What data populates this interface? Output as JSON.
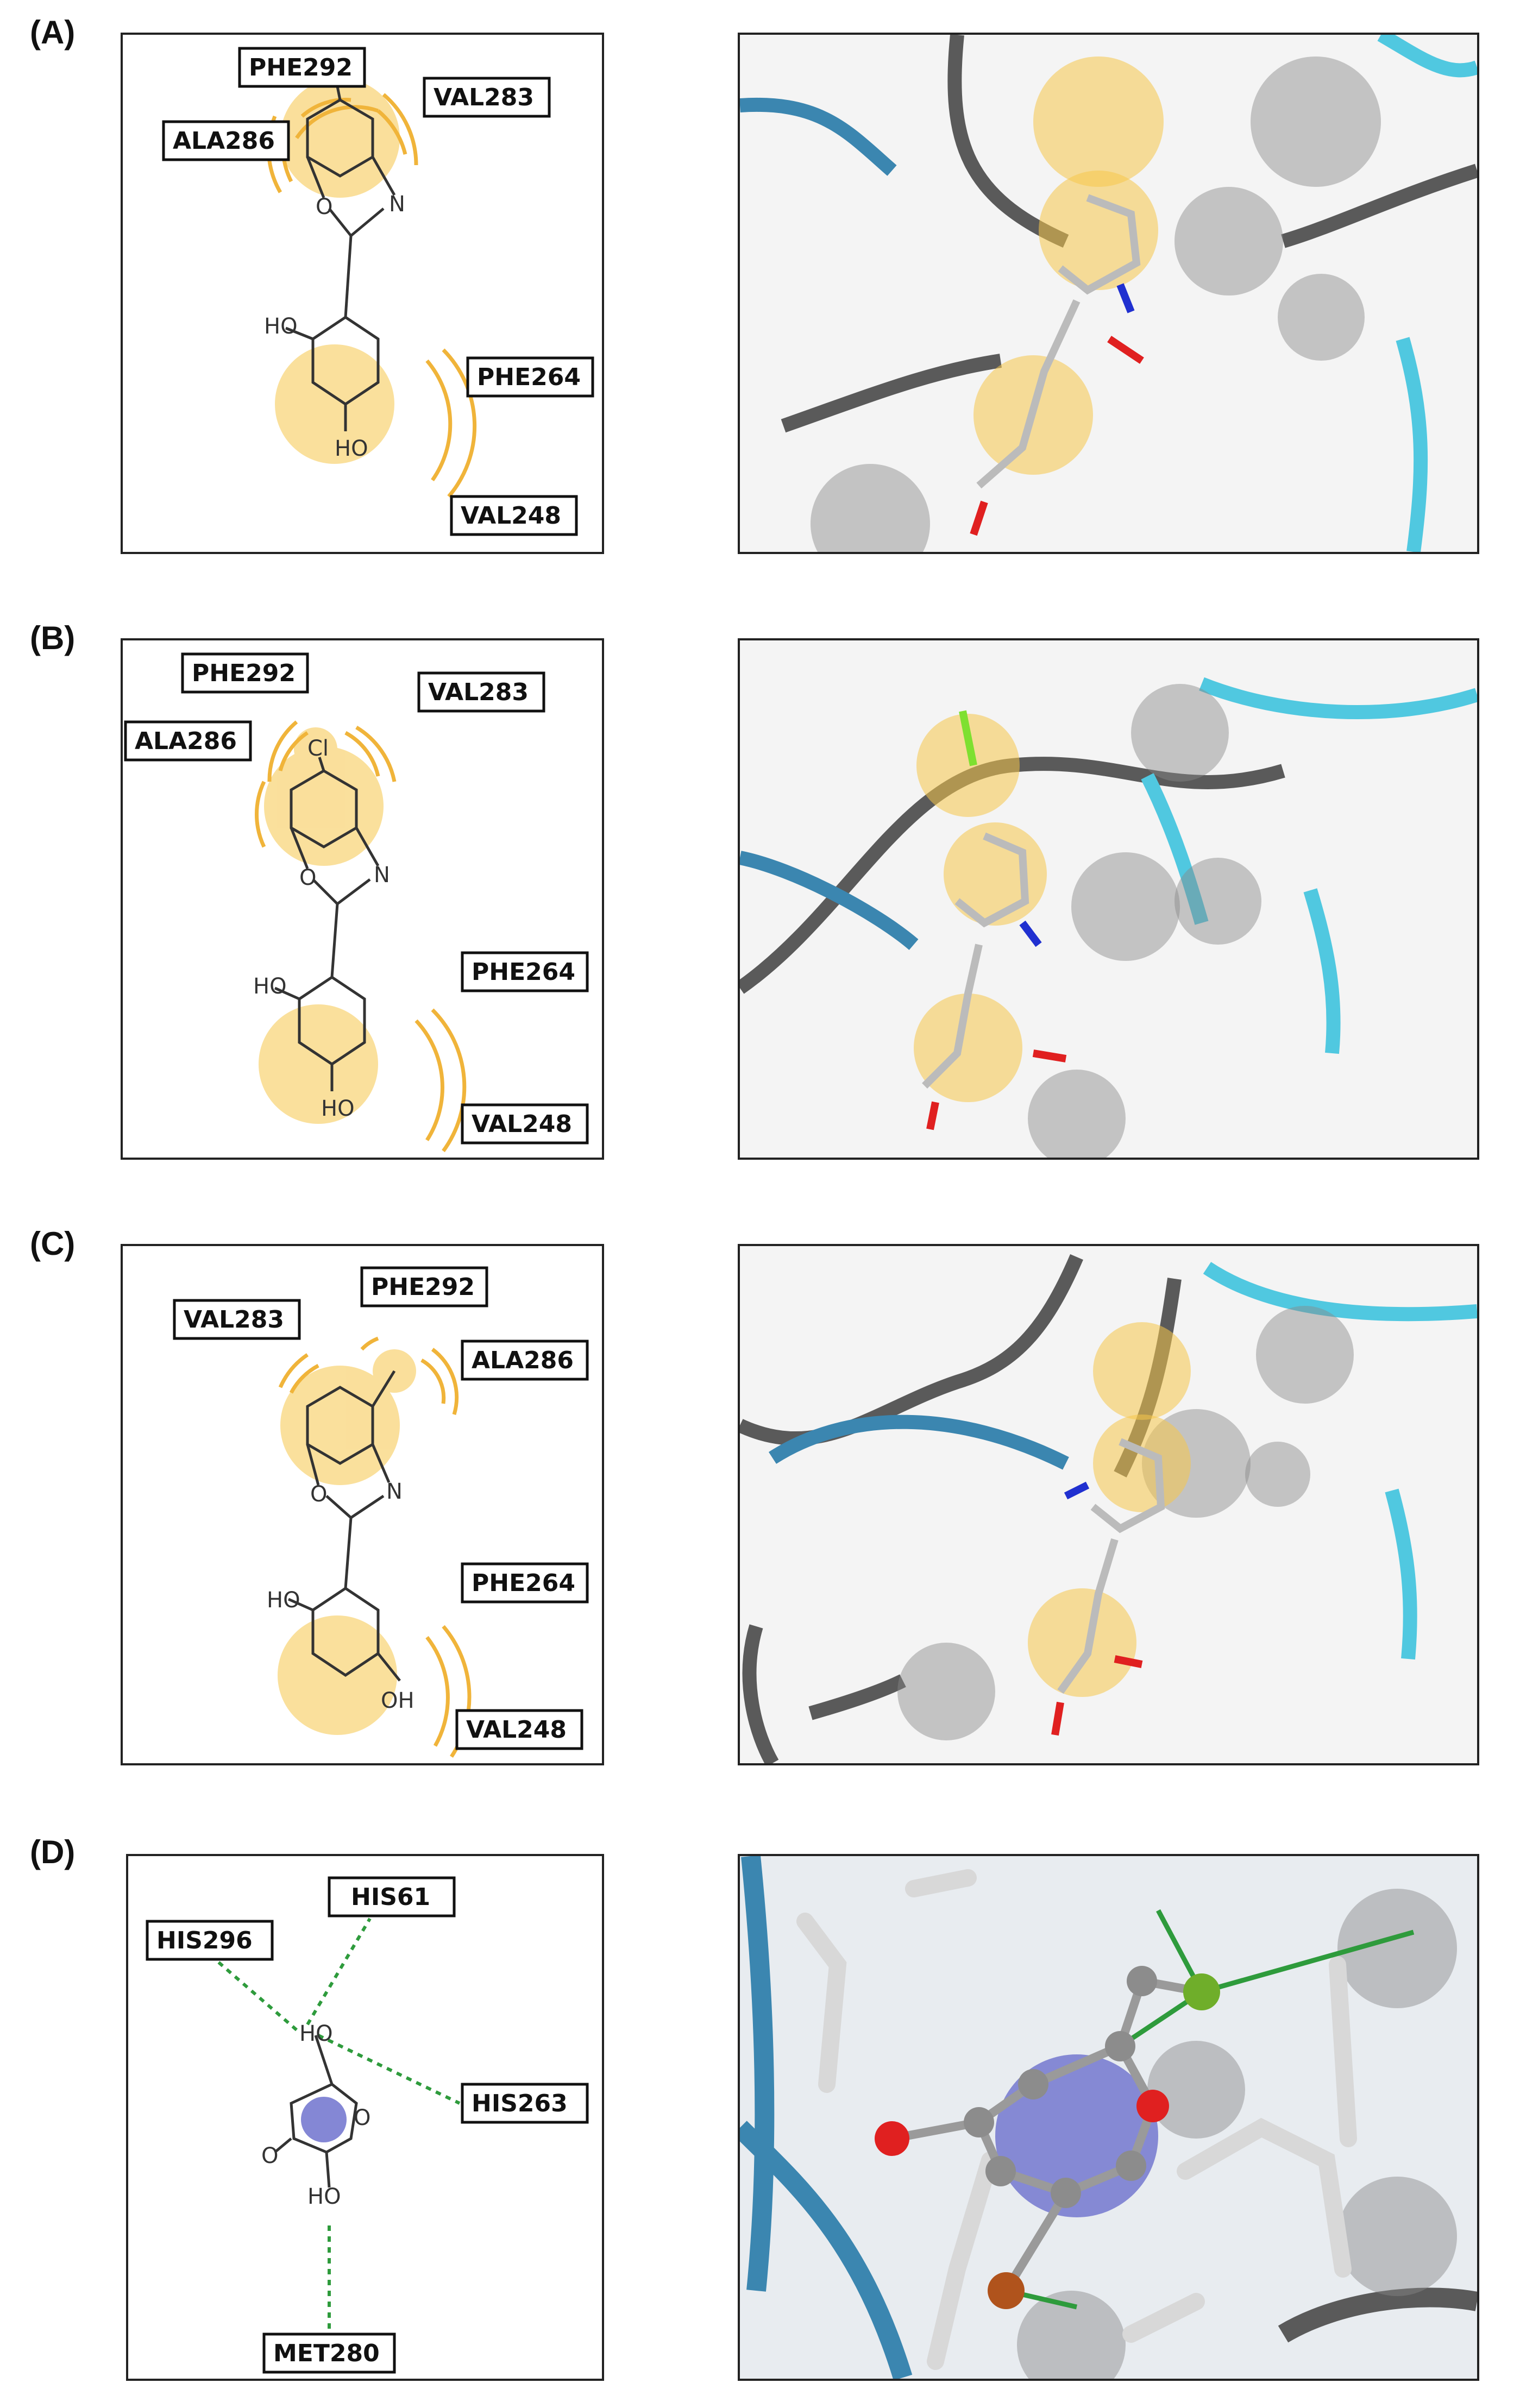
{
  "panels": [
    {
      "label": "(A)",
      "residues": [
        "PHE292",
        "VAL283",
        "ALA286",
        "PHE264",
        "VAL248"
      ],
      "atoms": {
        "oxygen": "O",
        "nitrogen": "N",
        "hydroxyl_top": "HO",
        "hydroxyl_bottom": "HO"
      }
    },
    {
      "label": "(B)",
      "residues": [
        "PHE292",
        "VAL283",
        "ALA286",
        "PHE264",
        "VAL248"
      ],
      "atoms": {
        "halogen": "Cl",
        "oxygen": "O",
        "nitrogen": "N",
        "hydroxyl_top": "HO",
        "hydroxyl_bottom": "HO"
      }
    },
    {
      "label": "(C)",
      "residues": [
        "VAL283",
        "PHE292",
        "ALA286",
        "PHE264",
        "VAL248"
      ],
      "atoms": {
        "oxygen": "O",
        "nitrogen": "N",
        "hydroxyl_top": "HO",
        "hydroxyl_bottom": "OH"
      }
    },
    {
      "label": "(D)",
      "residues": [
        "HIS61",
        "HIS296",
        "HIS263",
        "MET280"
      ],
      "atoms": {
        "hydroxyl_top": "HO",
        "ring_oxygen": "O",
        "carbonyl_oxygen": "O",
        "hydroxyl_bottom": "HO"
      }
    }
  ],
  "colors": {
    "hydrophobic_highlight": "#f6c64a",
    "hydrophobic_arc": "#f0b43a",
    "hbond": "#2e9b3c",
    "aromatic_ring": "#5b5fc7",
    "oxygen": "#e02020",
    "nitrogen": "#2030d0",
    "chlorine": "#7ee030",
    "ribbon_dark": "#5a5a5a",
    "ribbon_blue": "#3b86b0",
    "ribbon_cyan": "#50c8e0"
  }
}
